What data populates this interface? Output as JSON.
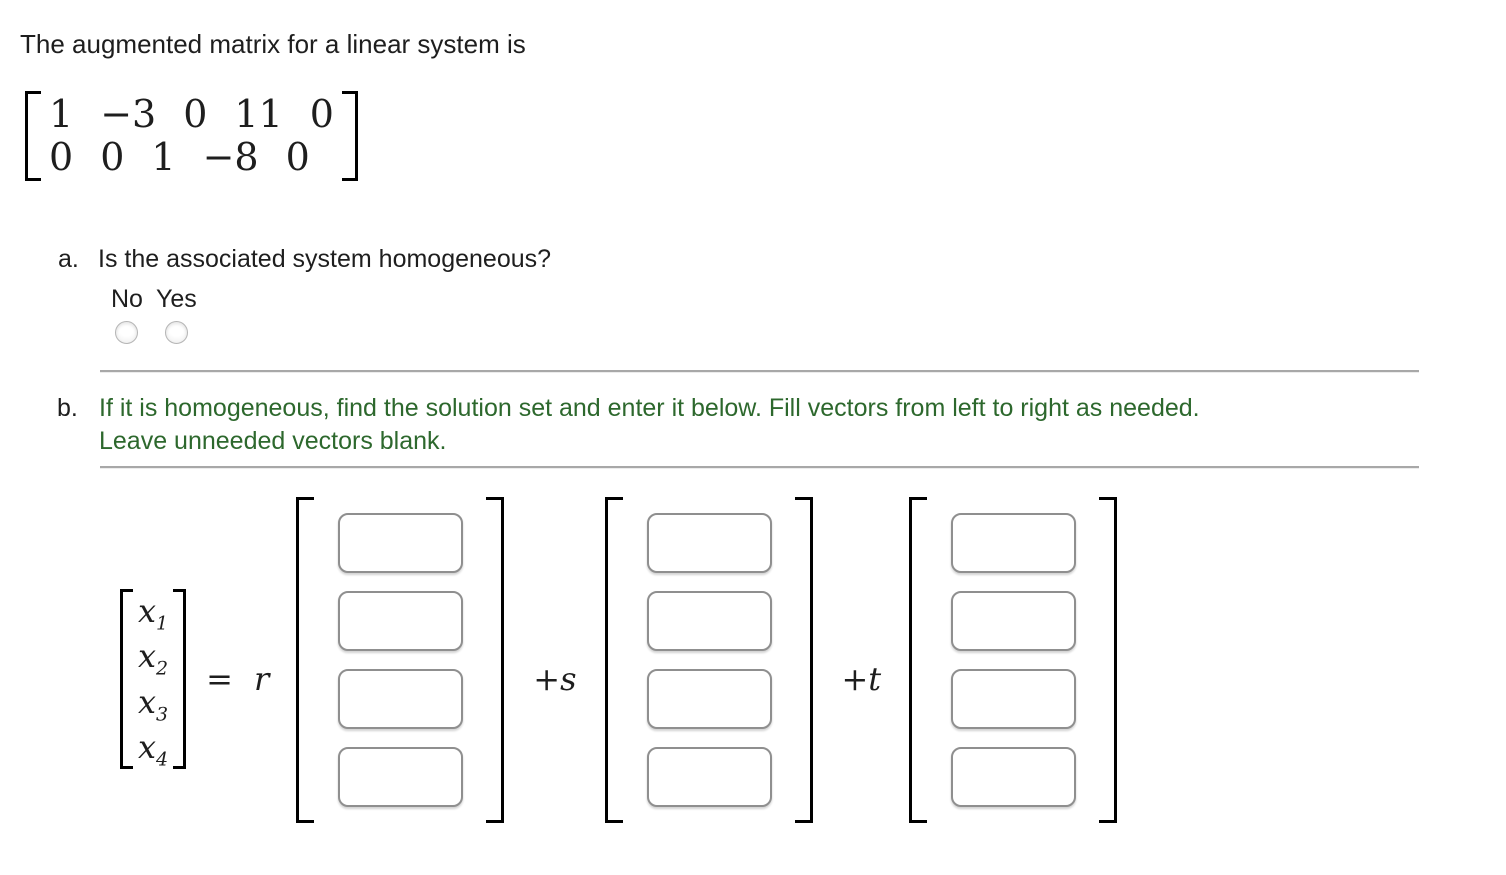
{
  "title": "The augmented matrix for a linear system is",
  "matrix": {
    "rows": [
      [
        "1",
        "−3",
        "0",
        "11",
        "0"
      ],
      [
        "0",
        "0",
        "1",
        "−8",
        "0"
      ]
    ]
  },
  "part_a": {
    "label": "a.",
    "question": "Is the associated system homogeneous?",
    "option_no": "No",
    "option_yes": "Yes"
  },
  "part_b": {
    "label": "b.",
    "line1": "If it is homogeneous, find the solution set and enter it below. Fill vectors from left to right as needed.",
    "line2": "Leave unneeded vectors blank."
  },
  "equation": {
    "lhs": [
      {
        "base": "x",
        "sub": "1"
      },
      {
        "base": "x",
        "sub": "2"
      },
      {
        "base": "x",
        "sub": "3"
      },
      {
        "base": "x",
        "sub": "4"
      }
    ],
    "equals": "=",
    "r_label": "r",
    "s_label": "+s",
    "t_label": "+t",
    "vector_count": 3,
    "rows_per_vector": 4,
    "input_value": ""
  },
  "colors": {
    "instruction_green": "#2d682d",
    "text": "#1e1e1e",
    "divider_gray": "#a8a8a8",
    "input_border_gray": "#8f8f8f",
    "bracket_black": "#000000"
  }
}
